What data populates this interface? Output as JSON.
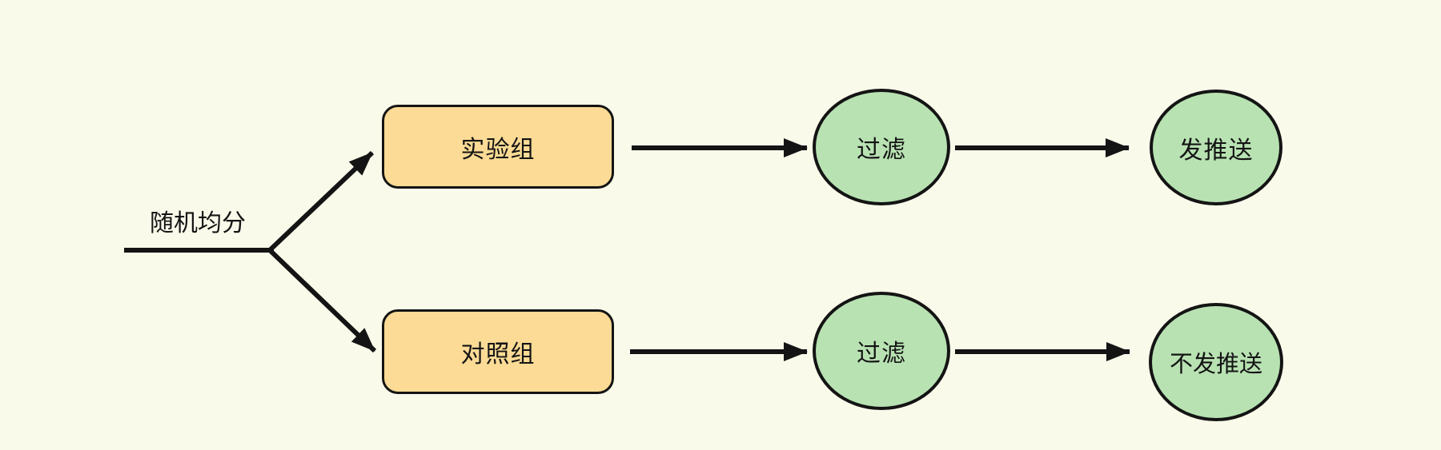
{
  "diagram": {
    "title_hint": "A/B test push notification flow",
    "split_label": "随机均分",
    "rows": [
      {
        "group_label": "实验组",
        "filter_label": "过滤",
        "outcome_label": "发推送"
      },
      {
        "group_label": "对照组",
        "filter_label": "过滤",
        "outcome_label": "不发推送"
      }
    ],
    "colors": {
      "background": "#FAFAEB",
      "stroke": "#141414",
      "box_fill": "#FBDB95",
      "ellipse_fill": "#B8E2B2"
    }
  }
}
